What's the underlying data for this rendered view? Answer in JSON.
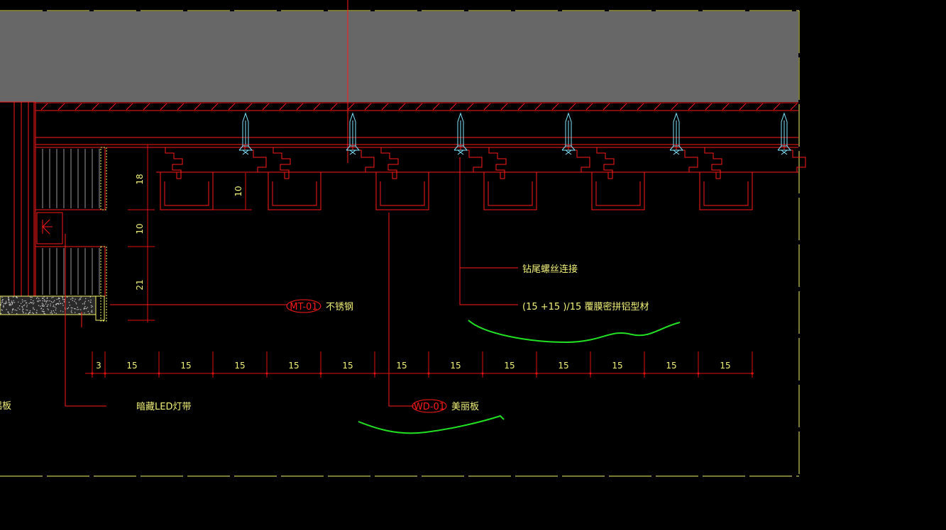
{
  "colors": {
    "background": "#000000",
    "concrete_fill": "#676767",
    "profile_red": "#ff1a1a",
    "dimension_red": "#e01010",
    "frame_yellow": "#f5f56a",
    "label_yellow": "#f2f27a",
    "screw_cyan": "#7fe6ff",
    "markup_green": "#22e022",
    "stone_grey": "#9a9a9a"
  },
  "icons": {
    "screw": "self-drilling-screw-icon",
    "led": "led-strip-fixture-icon",
    "leader_tag": "material-tag-icon"
  },
  "labels": {
    "screw_connection": "钻尾螺丝连接",
    "profile_spec": "(15 +15 )/15 覆膜密拼铝型材",
    "stainless_code": "MT-01",
    "stainless_text": "不锈钢",
    "wood_code": "WD-01",
    "wood_text": "美丽板",
    "led_strip": "暗藏LED灯带",
    "left_cut_text": "铝板"
  },
  "vertical_dimensions": [
    "18",
    "10",
    "10",
    "21"
  ],
  "horizontal_dimensions": [
    "3",
    "15",
    "15",
    "15",
    "15",
    "15",
    "15",
    "15",
    "15",
    "15",
    "15",
    "15",
    "15"
  ]
}
